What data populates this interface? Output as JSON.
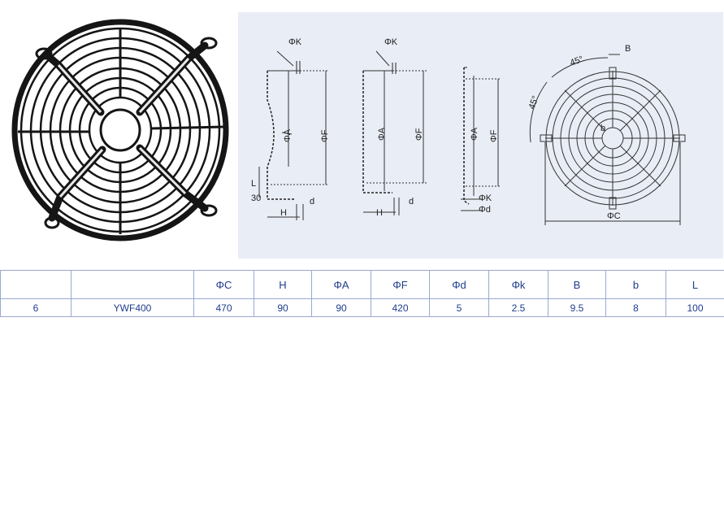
{
  "drawing": {
    "labels": {
      "phi_k": "ΦK",
      "phi_a": "ΦA",
      "phi_f": "ΦF",
      "phi_c": "ΦC",
      "phi_d": "Φd",
      "h": "H",
      "d": "d",
      "l": "L",
      "thirty": "30",
      "b_upper": "B",
      "b_lower": "b",
      "angle": "45°"
    }
  },
  "table": {
    "headers": [
      "",
      "",
      "ΦC",
      "H",
      "ΦA",
      "ΦF",
      "Φd",
      "Φk",
      "B",
      "b",
      "L"
    ],
    "rows": [
      [
        "6",
        "YWF400",
        "470",
        "90",
        "90",
        "420",
        "5",
        "2.5",
        "9.5",
        "8",
        "100"
      ]
    ]
  }
}
